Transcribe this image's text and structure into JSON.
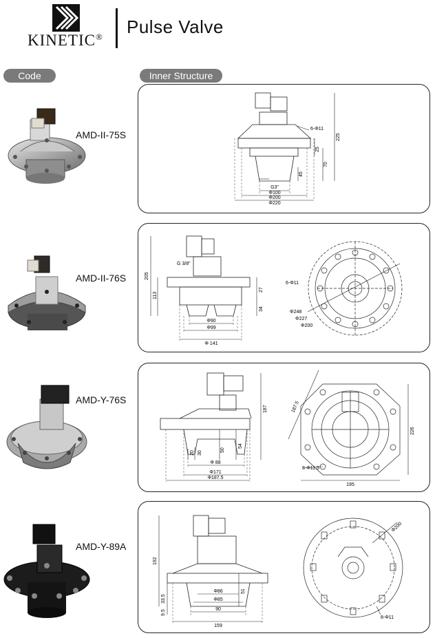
{
  "header": {
    "brand": "KINETIC",
    "registered": "®",
    "title": "Pulse Valve"
  },
  "labels": {
    "code": "Code",
    "inner": "Inner Structure"
  },
  "products": [
    {
      "model": "AMD-II-75S",
      "dims": {
        "g": "G3\"",
        "d1": "Φ100",
        "d2": "Φ200",
        "d3": "Φ220",
        "holes": "6-Φ11",
        "h225": "225",
        "h25": "25",
        "h70": "70",
        "h45": "45"
      }
    },
    {
      "model": "AMD-II-76S",
      "dims": {
        "g": "G 3/8\"",
        "h205": "205",
        "h113": "113",
        "h27": "27",
        "h34": "34",
        "d90": "Φ90",
        "d99": "Φ99",
        "d141": "Φ 141",
        "holes": "6-Φ11",
        "d248": "Φ248",
        "d227": "Φ227",
        "d200": "Φ200"
      }
    },
    {
      "model": "AMD-Y-76S",
      "dims": {
        "h187": "187",
        "h50": "50",
        "h54": "54",
        "h30": "30",
        "h20": "20",
        "d88": "Φ 88",
        "d171": "Φ171",
        "d1875": "Φ187.5",
        "r1875": "187.5",
        "h226": "226",
        "holes": "8-Φ11.5",
        "w195": "195"
      }
    },
    {
      "model": "AMD-Y-89A",
      "dims": {
        "h192": "192",
        "d86": "Φ86",
        "d85": "Φ85",
        "w90": "90",
        "w159": "159",
        "h335": "33.5",
        "h95": "9.5",
        "h51": "51",
        "d200": "Φ200",
        "holes": "8-Φ11"
      }
    }
  ]
}
